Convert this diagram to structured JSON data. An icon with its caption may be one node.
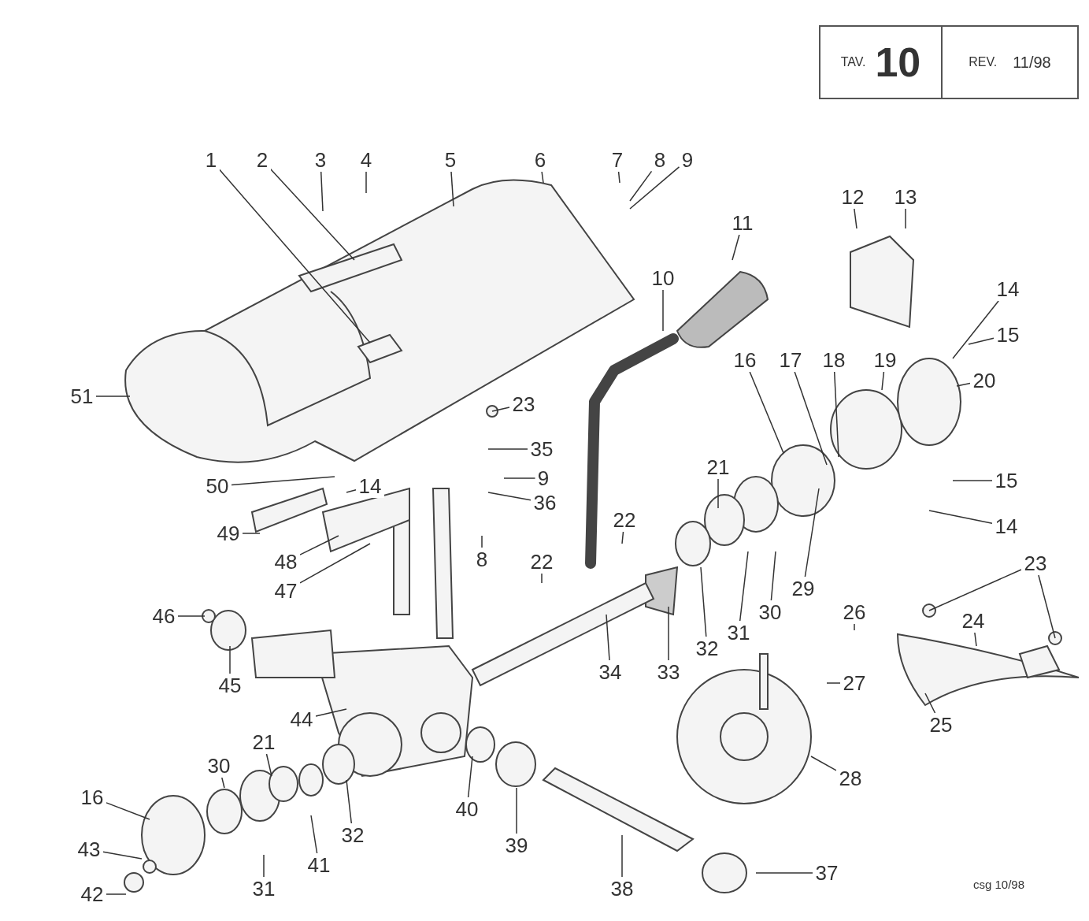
{
  "diagram": {
    "nodes": [
      {
        "text": [
          "1"
        ]
      },
      {
        "text": [
          "2"
        ]
      },
      {
        "text": [
          "3"
        ]
      },
      {
        "text": [
          "4"
        ]
      },
      {
        "text": [
          "5"
        ]
      },
      {
        "text": [
          "6"
        ]
      },
      {
        "text": [
          "7"
        ]
      },
      {
        "text": [
          "8"
        ]
      },
      {
        "text": [
          "9"
        ]
      },
      {
        "text": [
          "12"
        ]
      },
      {
        "text": [
          "13"
        ]
      },
      {
        "text": [
          "11"
        ]
      },
      {
        "text": [
          "10"
        ]
      },
      {
        "text": [
          "14"
        ]
      },
      {
        "text": [
          "15"
        ]
      },
      {
        "text": [
          "16"
        ]
      },
      {
        "text": [
          "17"
        ]
      },
      {
        "text": [
          "18"
        ]
      },
      {
        "text": [
          "19"
        ]
      },
      {
        "text": [
          "20"
        ]
      },
      {
        "text": [
          "51"
        ]
      },
      {
        "text": [
          "23"
        ]
      },
      {
        "text": [
          "35"
        ]
      },
      {
        "text": [
          "21"
        ]
      },
      {
        "text": [
          "9"
        ]
      },
      {
        "text": [
          "15"
        ]
      },
      {
        "text": [
          "50"
        ]
      },
      {
        "text": [
          "14"
        ]
      },
      {
        "text": [
          "36"
        ]
      },
      {
        "text": [
          "22"
        ]
      },
      {
        "text": [
          "14"
        ]
      },
      {
        "text": [
          "49"
        ]
      },
      {
        "text": [
          "8"
        ]
      },
      {
        "text": [
          "48"
        ]
      },
      {
        "text": [
          "22"
        ]
      },
      {
        "text": [
          "23"
        ]
      },
      {
        "text": [
          "29"
        ]
      },
      {
        "text": [
          "47"
        ]
      },
      {
        "text": [
          "30"
        ]
      },
      {
        "text": [
          "26"
        ]
      },
      {
        "text": [
          "46"
        ]
      },
      {
        "text": [
          "24"
        ]
      },
      {
        "text": [
          "31"
        ]
      },
      {
        "text": [
          "32"
        ]
      },
      {
        "text": [
          "34"
        ]
      },
      {
        "text": [
          "33"
        ]
      },
      {
        "text": [
          "27"
        ]
      },
      {
        "text": [
          "45"
        ]
      },
      {
        "text": [
          "44"
        ]
      },
      {
        "text": [
          "25"
        ]
      },
      {
        "text": [
          "21"
        ]
      },
      {
        "text": [
          "30"
        ]
      },
      {
        "text": [
          "28"
        ]
      },
      {
        "text": [
          "16"
        ]
      },
      {
        "text": [
          "40"
        ]
      },
      {
        "text": [
          "32"
        ]
      },
      {
        "text": [
          "39"
        ]
      },
      {
        "text": [
          "43"
        ]
      },
      {
        "text": [
          "41"
        ]
      },
      {
        "text": [
          "37"
        ]
      },
      {
        "text": [
          "31"
        ]
      },
      {
        "text": [
          "38"
        ]
      },
      {
        "text": [
          "42"
        ]
      }
    ],
    "edges": [
      {
        "from": 0,
        "to": null,
        "arrow": "none"
      },
      {
        "from": 1,
        "to": null,
        "arrow": "none"
      },
      {
        "from": 2,
        "to": null,
        "arrow": "none"
      },
      {
        "from": 3,
        "to": null,
        "arrow": "none"
      },
      {
        "from": 4,
        "to": null,
        "arrow": "none"
      },
      {
        "from": 5,
        "to": null,
        "arrow": "none"
      },
      {
        "from": 6,
        "to": null,
        "arrow": "none"
      },
      {
        "from": 7,
        "to": null,
        "arrow": "none"
      },
      {
        "from": 8,
        "to": null,
        "arrow": "none"
      },
      {
        "from": 9,
        "to": null,
        "arrow": "none"
      },
      {
        "from": 10,
        "to": null,
        "arrow": "none"
      },
      {
        "from": 11,
        "to": null,
        "arrow": "none"
      },
      {
        "from": 12,
        "to": null,
        "arrow": "none"
      },
      {
        "from": 13,
        "to": null,
        "arrow": "none"
      },
      {
        "from": 14,
        "to": null,
        "arrow": "none"
      },
      {
        "from": 15,
        "to": null,
        "arrow": "none"
      },
      {
        "from": 16,
        "to": null,
        "arrow": "none"
      },
      {
        "from": 17,
        "to": null,
        "arrow": "none"
      },
      {
        "from": 18,
        "to": null,
        "arrow": "none"
      },
      {
        "from": 19,
        "to": null,
        "arrow": "none"
      },
      {
        "from": 20,
        "to": null,
        "arrow": "none"
      },
      {
        "from": 21,
        "to": null,
        "arrow": "none"
      },
      {
        "from": 22,
        "to": null,
        "arrow": "none"
      },
      {
        "from": 23,
        "to": null,
        "arrow": "none"
      },
      {
        "from": 24,
        "to": null,
        "arrow": "none"
      },
      {
        "from": 25,
        "to": null,
        "arrow": "none"
      },
      {
        "from": 26,
        "to": null,
        "arrow": "none"
      },
      {
        "from": 27,
        "to": null,
        "arrow": "none"
      },
      {
        "from": 28,
        "to": null,
        "arrow": "none"
      },
      {
        "from": 29,
        "to": null,
        "arrow": "none"
      },
      {
        "from": 30,
        "to": null,
        "arrow": "none"
      },
      {
        "from": 31,
        "to": null,
        "arrow": "none"
      },
      {
        "from": 32,
        "to": null,
        "arrow": "none"
      },
      {
        "from": 33,
        "to": null,
        "arrow": "none"
      },
      {
        "from": 34,
        "to": null,
        "arrow": "none"
      },
      {
        "from": 35,
        "to": null,
        "arrow": "none"
      },
      {
        "from": 36,
        "to": null,
        "arrow": "none"
      },
      {
        "from": 37,
        "to": null,
        "arrow": "none"
      },
      {
        "from": 38,
        "to": null,
        "arrow": "none"
      },
      {
        "from": 39,
        "to": null,
        "arrow": "none"
      },
      {
        "from": 40,
        "to": null,
        "arrow": "none"
      },
      {
        "from": 41,
        "to": null,
        "arrow": "none"
      },
      {
        "from": 42,
        "to": null,
        "arrow": "none"
      },
      {
        "from": 43,
        "to": null,
        "arrow": "none"
      },
      {
        "from": 44,
        "to": null,
        "arrow": "none"
      },
      {
        "from": 45,
        "to": null,
        "arrow": "none"
      },
      {
        "from": 46,
        "to": null,
        "arrow": "none"
      },
      {
        "from": 47,
        "to": null,
        "arrow": "none"
      },
      {
        "from": 48,
        "to": null,
        "arrow": "none"
      },
      {
        "from": 49,
        "to": null,
        "arrow": "none"
      },
      {
        "from": 50,
        "to": null,
        "arrow": "none"
      },
      {
        "from": 51,
        "to": null,
        "arrow": "none"
      },
      {
        "from": 52,
        "to": null,
        "arrow": "none"
      },
      {
        "from": 53,
        "to": null,
        "arrow": "none"
      },
      {
        "from": 54,
        "to": null,
        "arrow": "none"
      },
      {
        "from": 55,
        "to": null,
        "arrow": "none"
      },
      {
        "from": 56,
        "to": null,
        "arrow": "none"
      },
      {
        "from": 57,
        "to": null,
        "arrow": "none"
      },
      {
        "from": 58,
        "to": null,
        "arrow": "none"
      },
      {
        "from": 59,
        "to": null,
        "arrow": "none"
      },
      {
        "from": 60,
        "to": null,
        "arrow": "none"
      },
      {
        "from": 61,
        "to": null,
        "arrow": "none"
      },
      {
        "from": 62,
        "to": null,
        "arrow": "none"
      },
      {
        "from": 35,
        "to": null,
        "arrow": "none"
      }
    ],
    "labels": [
      "TAV.",
      "10",
      "REV.",
      "11/98",
      "csg 10/98"
    ]
  }
}
